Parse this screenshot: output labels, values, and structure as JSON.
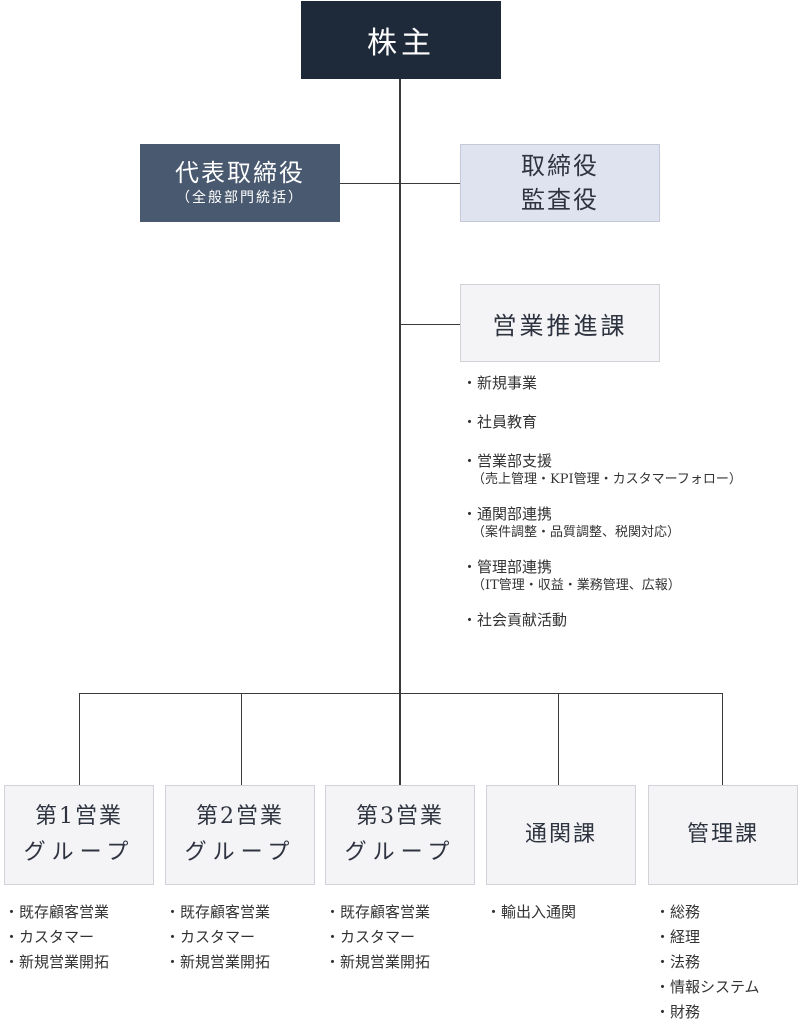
{
  "shareholder": {
    "label": "株主"
  },
  "ceo": {
    "title": "代表取締役",
    "subtitle": "（全般部門統括）"
  },
  "directors": {
    "line1": "取締役",
    "line2": "監査役"
  },
  "sales_promotion": {
    "label": "営業推進課",
    "items": [
      {
        "text": "・新規事業"
      },
      {
        "text": "・社員教育"
      },
      {
        "text": "・営業部支援",
        "sub": "（売上管理・KPI管理・カスタマーフォロー）"
      },
      {
        "text": "・通関部連携",
        "sub": "（案件調整・品質調整、税関対応）"
      },
      {
        "text": "・管理部連携",
        "sub": "（IT管理・収益・業務管理、広報）"
      },
      {
        "text": "・社会貢献活動"
      }
    ]
  },
  "departments": [
    {
      "line1": "第1営業",
      "line2": "グループ",
      "items": [
        "・既存顧客営業",
        "・カスタマー",
        "・新規営業開拓"
      ]
    },
    {
      "line1": "第2営業",
      "line2": "グループ",
      "items": [
        "・既存顧客営業",
        "・カスタマー",
        "・新規営業開拓"
      ]
    },
    {
      "line1": "第3営業",
      "line2": "グループ",
      "items": [
        "・既存顧客営業",
        "・カスタマー",
        "・新規営業開拓"
      ]
    },
    {
      "line1": "通関課",
      "items": [
        "・輸出入通関"
      ]
    },
    {
      "line1": "管理課",
      "items": [
        "・総務",
        "・経理",
        "・法務",
        "・情報システム",
        "・財務"
      ]
    }
  ]
}
